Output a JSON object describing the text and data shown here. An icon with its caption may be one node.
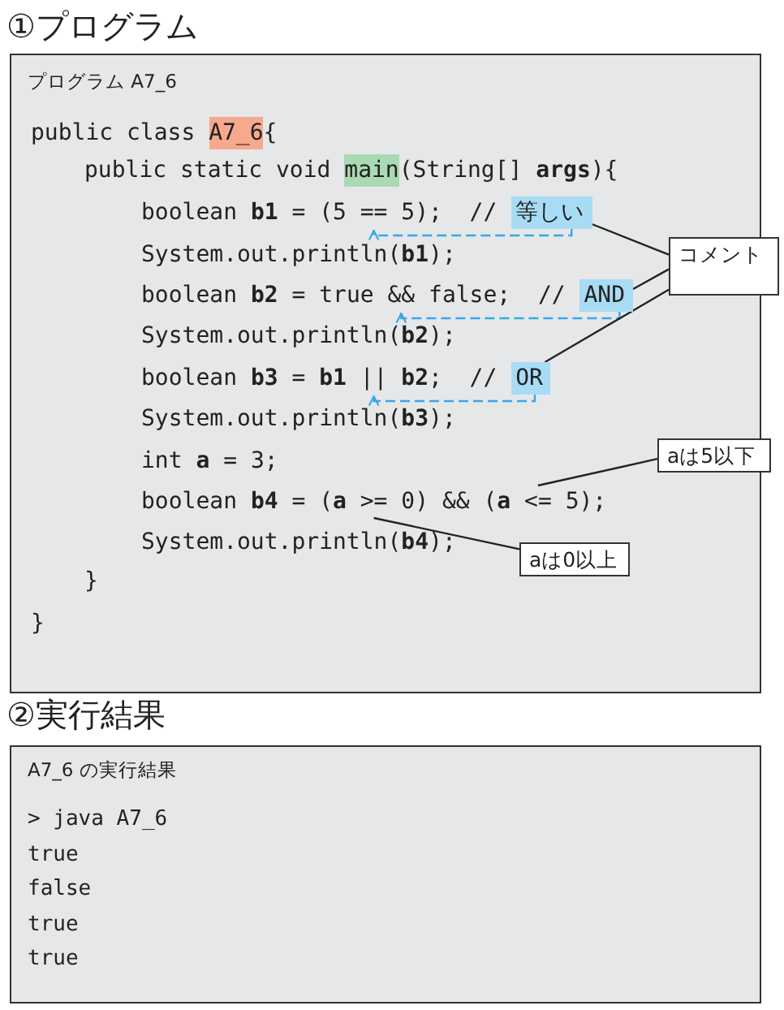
{
  "diagram": {
    "nodes": [
      {
        "text": [
          "①プログラム",
          "プログラム A7_6"
        ]
      },
      {
        "text": [
          "=="
        ],
        "in": 0
      },
      {
        "text": [
          "等しい"
        ],
        "in": 0
      },
      {
        "text": [
          "&&"
        ],
        "in": 0
      },
      {
        "text": [
          "AND"
        ],
        "in": 0
      },
      {
        "text": [
          "||"
        ],
        "in": 0
      },
      {
        "text": [
          "OR"
        ],
        "in": 0
      },
      {
        "text": [
          ">="
        ],
        "in": 0
      },
      {
        "text": [
          "<="
        ],
        "in": 0
      },
      {
        "text": [
          "コメント"
        ]
      },
      {
        "text": [
          "aは5以下"
        ]
      },
      {
        "text": [
          "aは0以上"
        ],
        "in": 0
      },
      {
        "text": [
          "②実行結果",
          "A7_6 の実行結果"
        ]
      }
    ],
    "edges": [
      {
        "from": 2,
        "to": 1,
        "arrow": "to",
        "style": "dashed",
        "color": "#3aa6e6"
      },
      {
        "from": 4,
        "to": 3,
        "arrow": "to",
        "style": "dashed",
        "color": "#3aa6e6"
      },
      {
        "from": 6,
        "to": 5,
        "arrow": "to",
        "style": "dashed",
        "color": "#3aa6e6"
      },
      {
        "from": 9,
        "to": 2,
        "arrow": "none"
      },
      {
        "from": 9,
        "to": 4,
        "arrow": "none"
      },
      {
        "from": 9,
        "to": 6,
        "arrow": "none"
      },
      {
        "from": 10,
        "to": 8,
        "arrow": "none"
      },
      {
        "from": 11,
        "to": 7,
        "arrow": "none"
      }
    ],
    "labels": [
      "public class",
      "A7_6",
      "{",
      "public static void",
      "main",
      "(String[] **args**){",
      "boolean **b1** = (5",
      "5);  //",
      "System.out.println(**b1**);",
      "boolean **b2** = true",
      "false;  //",
      "System.out.println(**b2**);",
      "boolean **b3** = **b1**",
      "**b2**;  //",
      "System.out.println(**b3**);",
      "int **a** = 3;",
      "boolean **b4** = (**a**",
      "0) && (**a**",
      "5);",
      "System.out.println(**b4**);",
      "}",
      "}",
      "> java A7_6",
      "true",
      "false",
      "true",
      "true"
    ]
  }
}
